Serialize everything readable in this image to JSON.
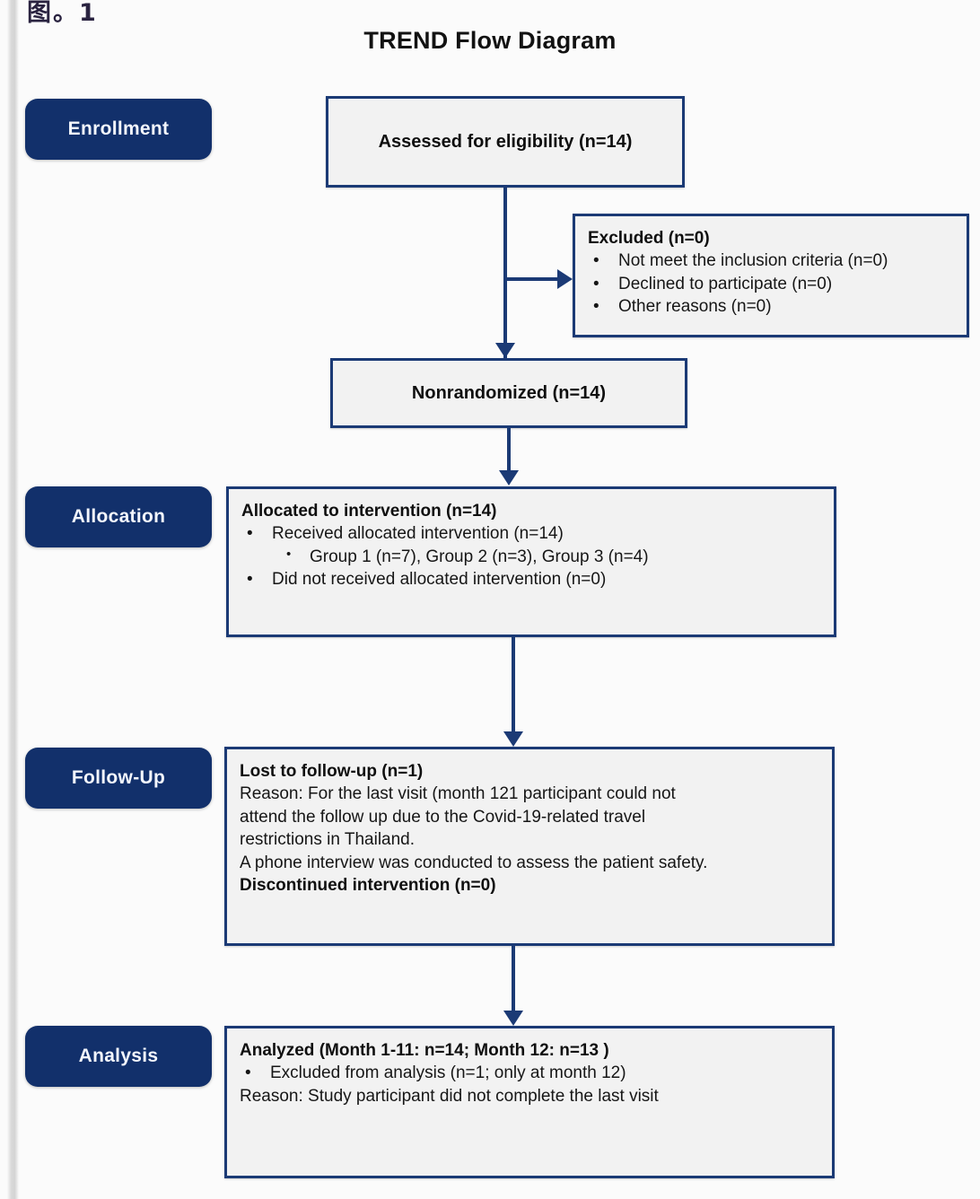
{
  "figure_caption": "图。1",
  "title": "TREND Flow Diagram",
  "colors": {
    "badge_navy": "#12306b",
    "box_border_navy": "#1b3a75",
    "box_fill": "#f2f2f2",
    "arrow_navy": "#1b3a75",
    "page_background": "#fbfbfb"
  },
  "stages": {
    "enrollment": "Enrollment",
    "allocation": "Allocation",
    "followup": "Follow-Up",
    "analysis": "Analysis"
  },
  "boxes": {
    "assessed": {
      "title": "Assessed for eligibility (n=14)"
    },
    "excluded": {
      "title": "Excluded (n=0)",
      "bullets": [
        "Not meet the inclusion criteria (n=0)",
        "Declined to participate (n=0)",
        "Other reasons (n=0)"
      ]
    },
    "nonrandomized": {
      "title": "Nonrandomized (n=14)"
    },
    "allocation": {
      "title": "Allocated to intervention (n=14)",
      "bullet_1": "Received allocated intervention (n=14)",
      "bullet_1_sub": "Group 1 (n=7), Group 2 (n=3), Group 3 (n=4)",
      "bullet_2": "Did not received allocated intervention (n=0)"
    },
    "followup": {
      "title": "Lost to follow-up (n=1)",
      "reason_line_1": "Reason: For the last visit (month 121 participant could not",
      "reason_line_2": "attend the follow up due to the Covid-19-related travel",
      "reason_line_3": "restrictions in Thailand.",
      "phone_line": "A phone interview was conducted to assess the patient safety.",
      "discontinued": "Discontinued intervention (n=0)"
    },
    "analysis": {
      "title": "Analyzed (Month 1-11: n=14; Month 12: n=13 )",
      "bullet_1": "Excluded from analysis (n=1; only at month 12)",
      "reason": "Reason: Study participant did not complete the last visit"
    }
  },
  "bullet_glyph": "•"
}
